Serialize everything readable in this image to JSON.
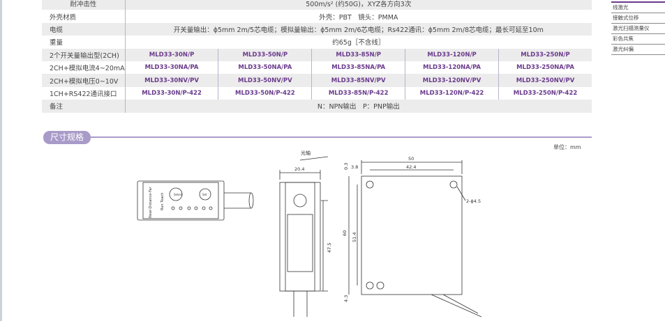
{
  "specs": [
    {
      "label": "耐冲击性",
      "value": "500m/s² (约50G)，XYZ各方向3次"
    },
    {
      "label": "外壳材质",
      "value": "外壳：PBT　镜头：PMMA"
    },
    {
      "label": "电缆",
      "value": "开关量输出：ϕ5mm  2m/5芯电缆；模拟量输出：ϕ5mm  2m/6芯电缆；Rs422通讯：ϕ5mm  2m/8芯电缆；最长可延至10m"
    },
    {
      "label": "重量",
      "value": "约65g［不含线］"
    }
  ],
  "models": [
    {
      "label": "2个开关量输出型(2CH)",
      "items": [
        "MLD33-30N/P",
        "MLD33-50N/P",
        "MLD33-85N/P",
        "MLD33-120N/P",
        "MLD33-250N/P"
      ]
    },
    {
      "label": "2CH+模拟电流4~20mA",
      "items": [
        "MLD33-30NA/PA",
        "MLD33-50NA/PA",
        "MLD33-85NA/PA",
        "MLD33-120NA/PA",
        "MLD33-250NA/PA"
      ]
    },
    {
      "label": "2CH+模拟电压0~10V",
      "items": [
        "MLD33-30NV/PV",
        "MLD33-50NV/PV",
        "MLD33-85NV/PV",
        "MLD33-120NV/PV",
        "MLD33-250NV/PV"
      ]
    },
    {
      "label": "1CH+RS422通讯接口",
      "items": [
        "MLD33-30N/P-422",
        "MLD33-50N/P-422",
        "MLD33-85N/P-422",
        "MLD33-120N/P-422",
        "MLD33-250N/P-422"
      ]
    }
  ],
  "note": {
    "label": "备注",
    "value": "N：NPN输出　P：PNP输出"
  },
  "sidebar": [
    "线激光",
    "接触式位移",
    "激光扫描测量仪",
    "彩色共焦",
    "激光纠偏"
  ],
  "section": {
    "title": "尺寸规格",
    "unit": "单位：mm"
  },
  "drawing": {
    "optical_axis": "光轴",
    "dims": [
      "20.4",
      "0.3",
      "3.8",
      "50",
      "42.4",
      "2-ϕ4.5",
      "60",
      "51.4",
      "47.5",
      "4.3"
    ],
    "panel": [
      "Near-Distance-Far",
      "Run Teach",
      "Select",
      "Set"
    ]
  }
}
